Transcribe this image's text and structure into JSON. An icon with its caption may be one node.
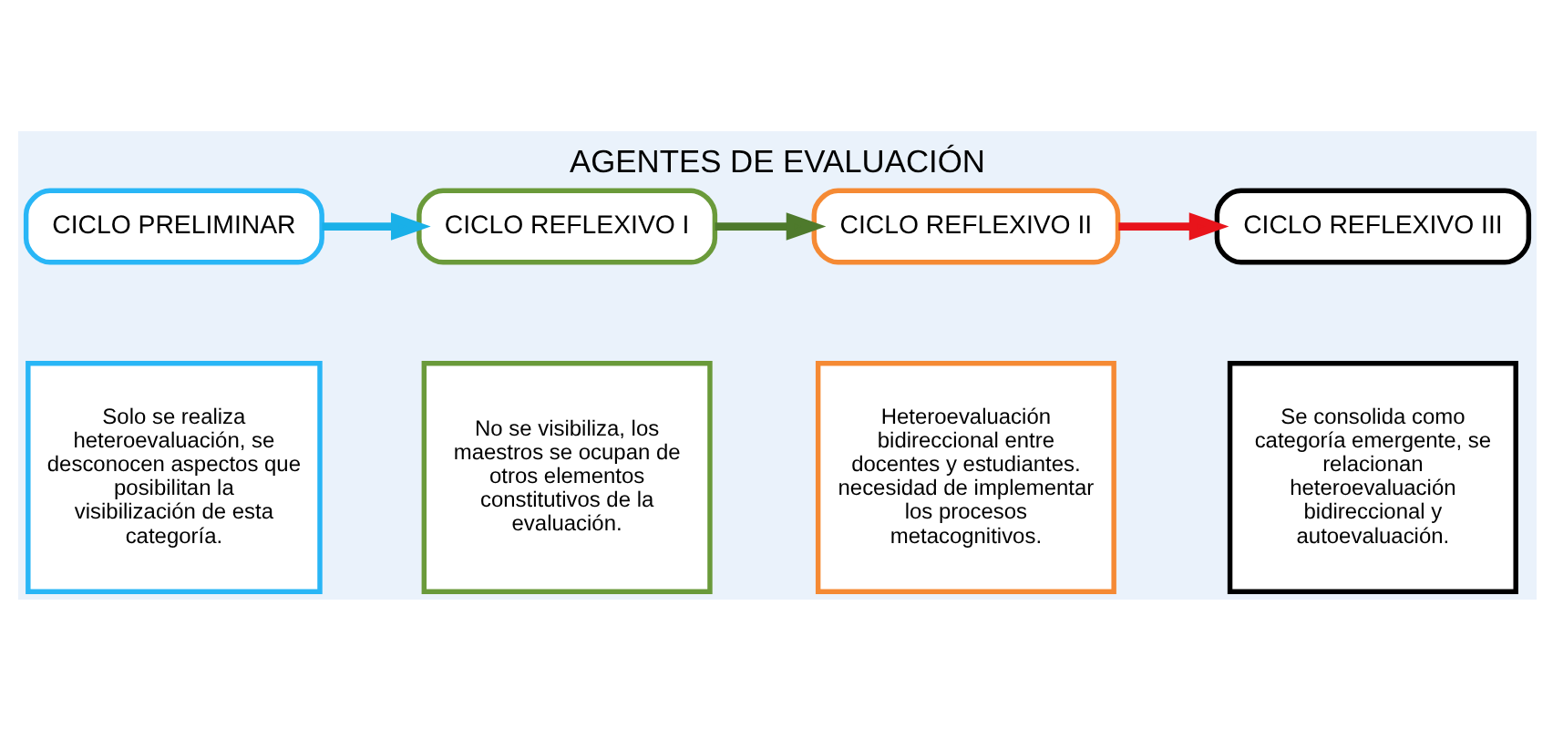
{
  "diagram": {
    "title": "AGENTES DE EVALUACIÓN",
    "nodes": [
      {
        "text": [
          "CICLO PRELIMINAR"
        ]
      },
      {
        "text": [
          "CICLO REFLEXIVO I"
        ]
      },
      {
        "text": [
          "CICLO REFLEXIVO II"
        ]
      },
      {
        "text": [
          "CICLO REFLEXIVO III"
        ]
      },
      {
        "text": [
          "Solo se realiza heteroevaluación, se desconocen aspectos que posibilitan la visibilización de esta categoría."
        ]
      },
      {
        "text": [
          "No se visibiliza, los maestros se ocupan de otros elementos constitutivos de la evaluación."
        ]
      },
      {
        "text": [
          "Heteroevaluación bidireccional entre docentes y estudiantes. necesidad de implementar los procesos metacognitivos."
        ]
      },
      {
        "text": [
          "Se consolida como categoría emergente, se relacionan heteroevaluación bidireccional y autoevaluación."
        ]
      }
    ],
    "edges": [
      {
        "from": 0,
        "to": 1,
        "arrow": "to",
        "color": "#1ab0e8"
      },
      {
        "from": 1,
        "to": 2,
        "arrow": "to",
        "color": "#4e7a2c"
      },
      {
        "from": 2,
        "to": 3,
        "arrow": "to",
        "color": "#e8141b"
      }
    ]
  }
}
